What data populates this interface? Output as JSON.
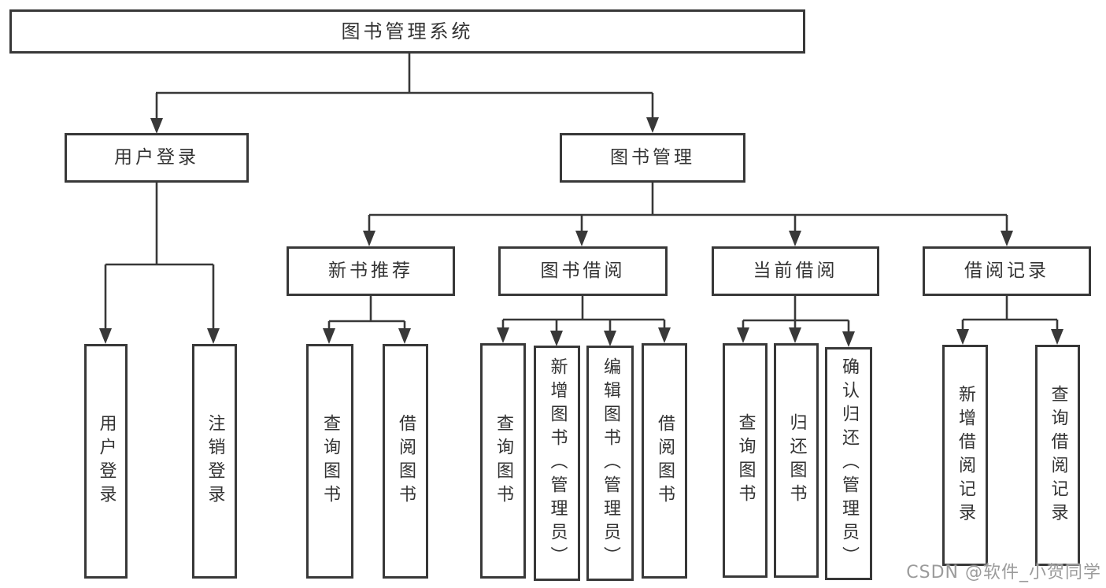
{
  "diagram": {
    "root": {
      "label": "图书管理系统"
    },
    "level2": [
      {
        "label": "用户登录"
      },
      {
        "label": "图书管理"
      }
    ],
    "level3": [
      {
        "label": "新书推荐"
      },
      {
        "label": "图书借阅"
      },
      {
        "label": "当前借阅"
      },
      {
        "label": "借阅记录"
      }
    ],
    "leaves": {
      "user_login": [
        "用户登录",
        "注销登录"
      ],
      "new_books": [
        "查询图书",
        "借阅图书"
      ],
      "book_borrow": [
        "查询图书",
        "新增图书（管理员）",
        "编辑图书（管理员）",
        "借阅图书"
      ],
      "current_borrow": [
        "查询图书",
        "归还图书",
        "确认归还（管理员）"
      ],
      "borrow_records": [
        "新增借阅记录",
        "查询借阅记录"
      ]
    }
  },
  "watermark": "CSDN @软件_小贺同学",
  "colors": {
    "line": "#383838",
    "box_border": "#383838",
    "text": "#333333",
    "watermark": "#9b9b9b",
    "background": "#ffffff"
  }
}
